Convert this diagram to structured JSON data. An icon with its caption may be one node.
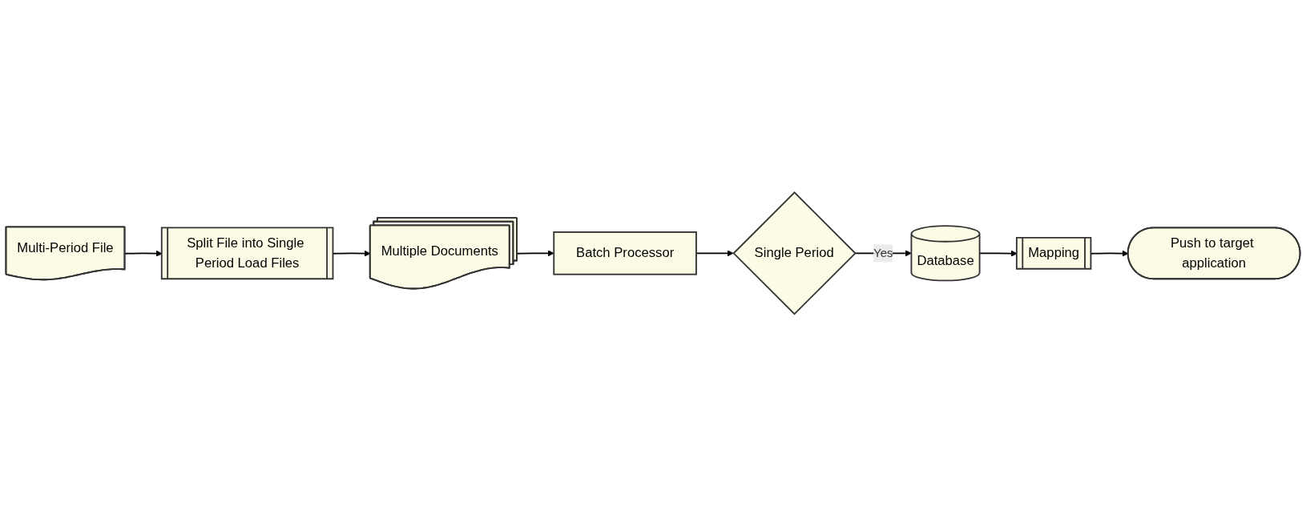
{
  "diagram": {
    "nodes": [
      {
        "text": [
          "Multi-Period File"
        ]
      },
      {
        "text": [
          "Split File into Single Period Load Files"
        ]
      },
      {
        "text": [
          "Multiple Documents"
        ]
      },
      {
        "text": [
          "Batch Processor"
        ]
      },
      {
        "text": [
          "Single Period"
        ]
      },
      {
        "text": [
          "Push to target application"
        ]
      },
      {
        "text": [
          "Database"
        ]
      },
      {
        "text": [
          "Mapping"
        ]
      }
    ],
    "edges": [
      {
        "from": 0,
        "to": 1,
        "arrow": "to"
      },
      {
        "from": 1,
        "to": 2,
        "arrow": "to"
      },
      {
        "from": 2,
        "to": 3,
        "arrow": "to"
      },
      {
        "from": 3,
        "to": 4,
        "arrow": "to"
      },
      {
        "from": 4,
        "to": 6,
        "arrow": "to",
        "label": "Yes"
      },
      {
        "from": 6,
        "to": 7,
        "arrow": "to"
      },
      {
        "from": 7,
        "to": 5,
        "arrow": "to"
      }
    ]
  }
}
